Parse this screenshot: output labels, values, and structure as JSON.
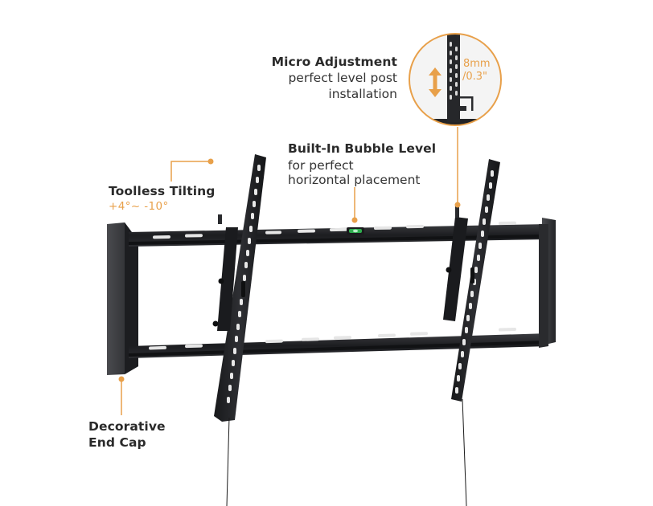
{
  "colors": {
    "accent": "#e8a04a",
    "metal": "#1e1f22",
    "level_green": "#2fae4f",
    "background": "#ffffff"
  },
  "callouts": {
    "micro_adjustment": {
      "title": "Micro Adjustment",
      "line1": "perfect level post",
      "line2": "installation",
      "zoom_value_1": "8mm",
      "zoom_value_2": "/0.3\""
    },
    "bubble_level": {
      "title": "Built-In Bubble Level",
      "line1": "for perfect",
      "line2": "horizontal placement"
    },
    "toolless_tilting": {
      "title": "Toolless Tilting",
      "range": "+4°~ -10°"
    },
    "end_cap": {
      "title_line1": "Decorative",
      "title_line2": "End Cap"
    }
  },
  "icons": [
    "up-down-arrow-icon",
    "bubble-level-icon",
    "callout-dot-icon"
  ]
}
